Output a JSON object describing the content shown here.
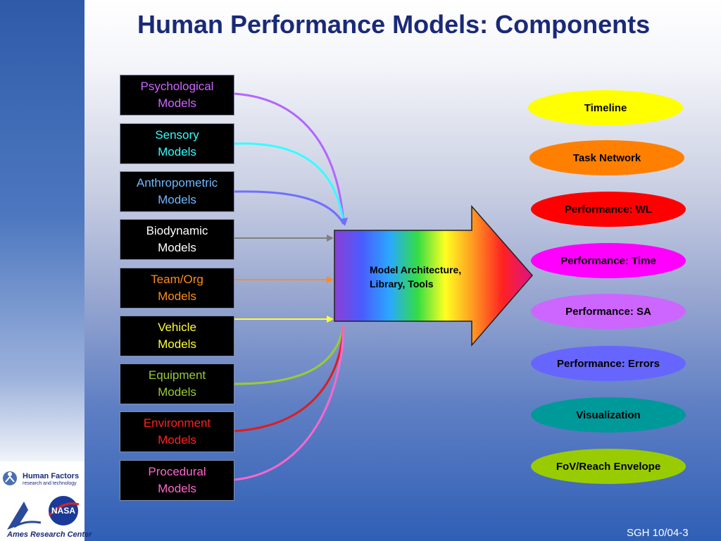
{
  "title": "Human Performance Models: Components",
  "models": [
    {
      "label": "Psychological\nModels",
      "color": "#cc66ff",
      "line": "#b266ff"
    },
    {
      "label": "Sensory\nModels",
      "color": "#33ffff",
      "line": "#33ffff"
    },
    {
      "label": "Anthropometric\nModels",
      "color": "#6fb8ff",
      "line": "#6f6fff"
    },
    {
      "label": "Biodynamic\nModels",
      "color": "#ffffff",
      "line": "#808080"
    },
    {
      "label": "Team/Org\nModels",
      "color": "#ff8c1a",
      "line": "#ff8c1a"
    },
    {
      "label": "Vehicle\nModels",
      "color": "#ffff33",
      "line": "#ffff33"
    },
    {
      "label": "Equipment\nModels",
      "color": "#99cc33",
      "line": "#99cc33"
    },
    {
      "label": "Environment\nModels",
      "color": "#ff2020",
      "line": "#e01c1c"
    },
    {
      "label": "Procedural\nModels",
      "color": "#ff66cc",
      "line": "#ff66cc"
    }
  ],
  "center": {
    "label": "Model Architecture,\nLibrary, Tools"
  },
  "outputs": [
    {
      "label": "Timeline",
      "color": "#ffff00"
    },
    {
      "label": "Task Network",
      "color": "#ff8000"
    },
    {
      "label": "Performance: WL",
      "color": "#ff0000"
    },
    {
      "label": "Performance: Time",
      "color": "#ff00ff"
    },
    {
      "label": "Performance: SA",
      "color": "#cc66ff"
    },
    {
      "label": "Performance: Errors",
      "color": "#6666ff"
    },
    {
      "label": "Visualization",
      "color": "#009999"
    },
    {
      "label": "FoV/Reach Envelope",
      "color": "#99cc00"
    }
  ],
  "logos": {
    "human_factors_title": "Human Factors",
    "human_factors_sub": "research and technology",
    "nasa": "NASA",
    "ames": "Ames Research Center"
  },
  "footer": "SGH 10/04-3"
}
